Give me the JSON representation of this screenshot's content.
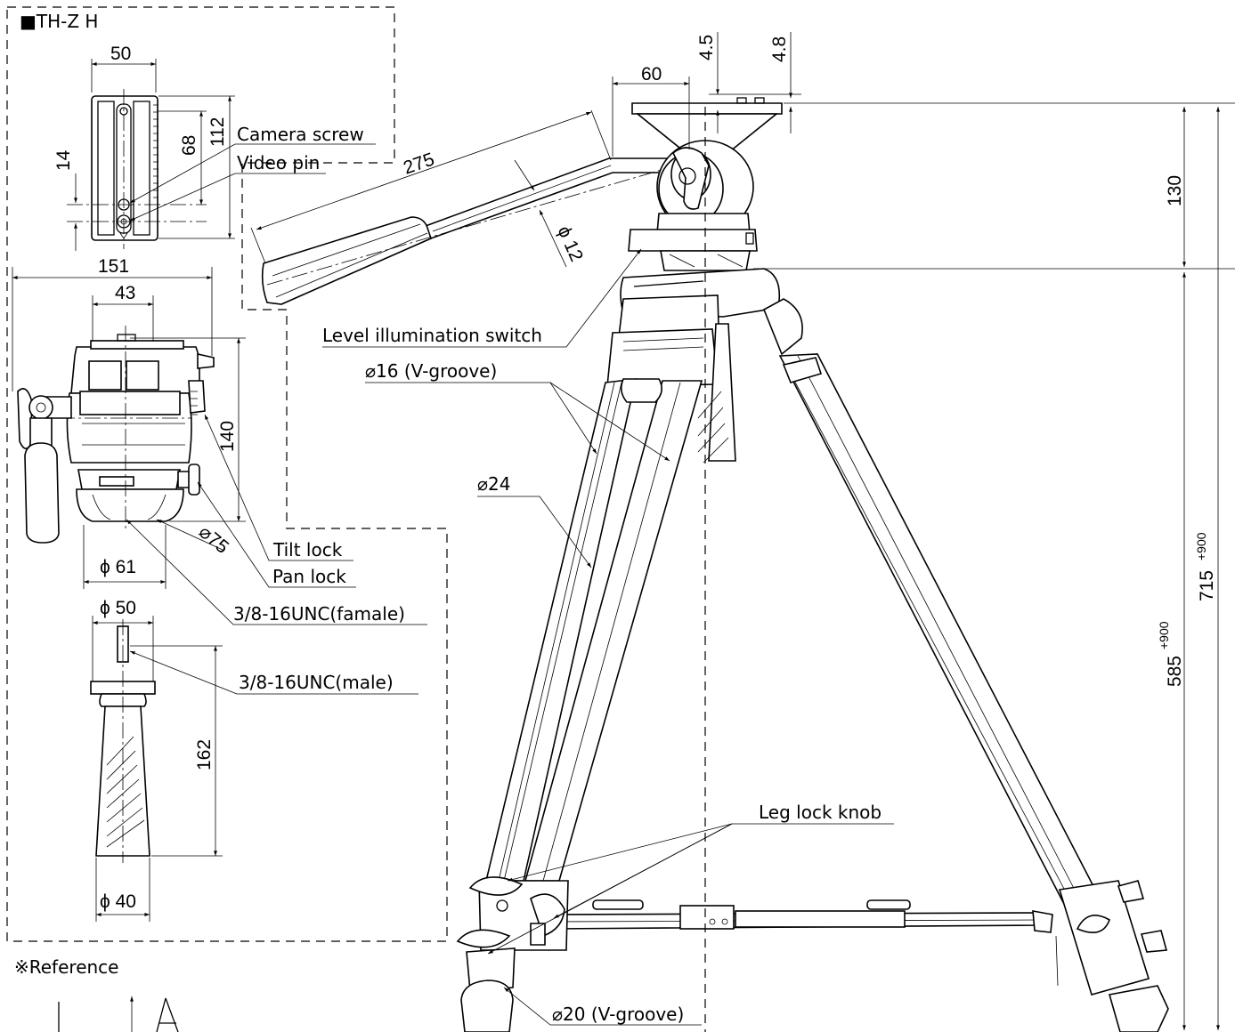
{
  "drawing": {
    "title": "■TH-Z H",
    "reference_note": "※Reference"
  },
  "labels": {
    "camera_screw": "Camera screw",
    "video_pin": "Video pin",
    "level_switch": "Level illumination switch",
    "groove16": "⌀16 (V-groove)",
    "dia24": "⌀24",
    "tilt_lock": "Tilt lock",
    "pan_lock": "Pan lock",
    "unc_female": "3/8-16UNC(famale)",
    "unc_male": "3/8-16UNC(male)",
    "leg_lock": "Leg lock knob",
    "groove20": "⌀20 (V-groove)"
  },
  "dimensions": {
    "d50_top": "50",
    "d14": "14",
    "d68": "68",
    "d112": "112",
    "d151": "151",
    "d43": "43",
    "d140": "140",
    "d75": "⌀75",
    "d61": "ϕ 61",
    "d50_col": "ϕ 50",
    "d162": "162",
    "d40": "ϕ 40",
    "d275": "275",
    "d60": "60",
    "d4_5": "4.5",
    "d4_8": "4.8",
    "d12": "ϕ 12",
    "d130": "130",
    "d585": "585",
    "d585_sup": "+900",
    "d715": "715",
    "d715_sup": "+900"
  }
}
